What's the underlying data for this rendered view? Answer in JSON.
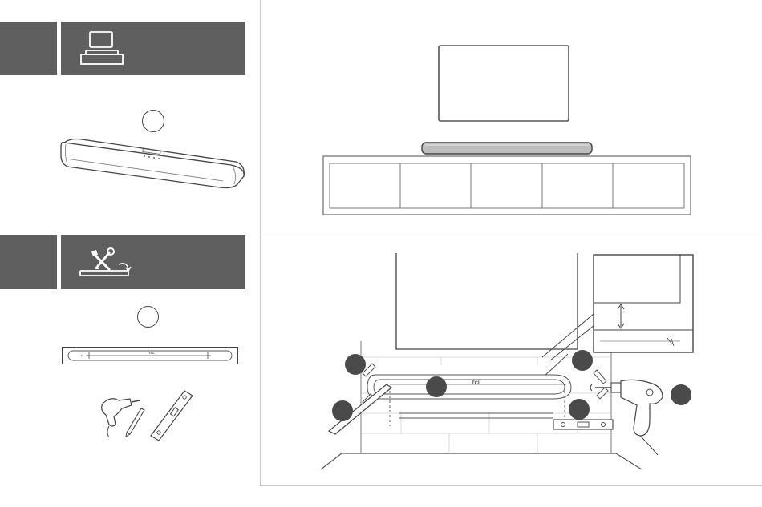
{
  "sections": [
    {
      "id": "placement",
      "icon": "tv-on-stand-icon",
      "header_color": "#5f5f5f"
    },
    {
      "id": "wall-mount",
      "icon": "tools-icon",
      "header_color": "#5f5f5f"
    }
  ],
  "brand_mark": "TCL",
  "colors": {
    "header": "#5f5f5f",
    "line": "#555555",
    "badge": "#4a4a4a",
    "divider": "#c9c9c9"
  }
}
